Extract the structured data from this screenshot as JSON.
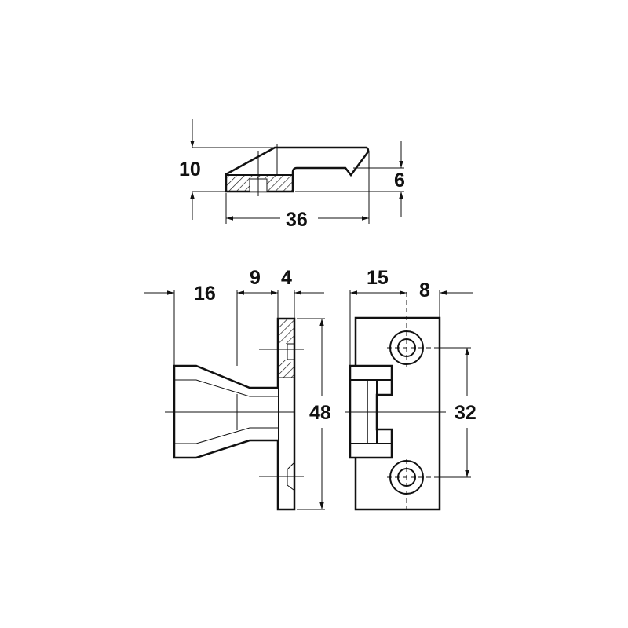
{
  "diagram": {
    "type": "technical-drawing",
    "colors": {
      "line": "#111111",
      "background": "#ffffff"
    },
    "top_view": {
      "dimensions": {
        "height_total": "10",
        "height_step": "6",
        "length": "36"
      }
    },
    "side_view": {
      "dimensions": {
        "depth_body": "16",
        "depth_neck": "9",
        "plate_thickness": "4",
        "plate_height": "48"
      }
    },
    "front_view": {
      "dimensions": {
        "hole_offset": "15",
        "edge_offset": "8",
        "hole_spacing": "32"
      }
    }
  }
}
